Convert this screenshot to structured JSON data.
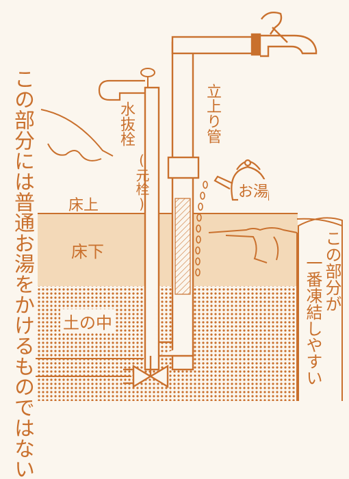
{
  "labels": {
    "left_note": "この部分には普通お湯をかけるものではない",
    "right_note_line1": "この部分が",
    "right_note_line2": "一番凍結しやすい",
    "faucet_valve": "水抜栓",
    "faucet_valve_sub": "(元栓)",
    "riser_pipe": "立上り管",
    "hot_water": "お湯",
    "floor_above": "床上",
    "floor_below": "床下",
    "underground": "土の中"
  },
  "colors": {
    "ink": "#c9702d",
    "underfloor": "#f3d9b8",
    "soil_dot": "#c9702d",
    "background": "#fbf6ee"
  },
  "icons": {
    "faucet": "faucet-icon",
    "valve_handle": "valve-handle-icon",
    "kettle": "kettle-icon",
    "pointing_hand_left": "pointing-hand-icon",
    "pointing_hand_right": "pointing-hand-icon",
    "gate_valve": "gate-valve-icon"
  }
}
